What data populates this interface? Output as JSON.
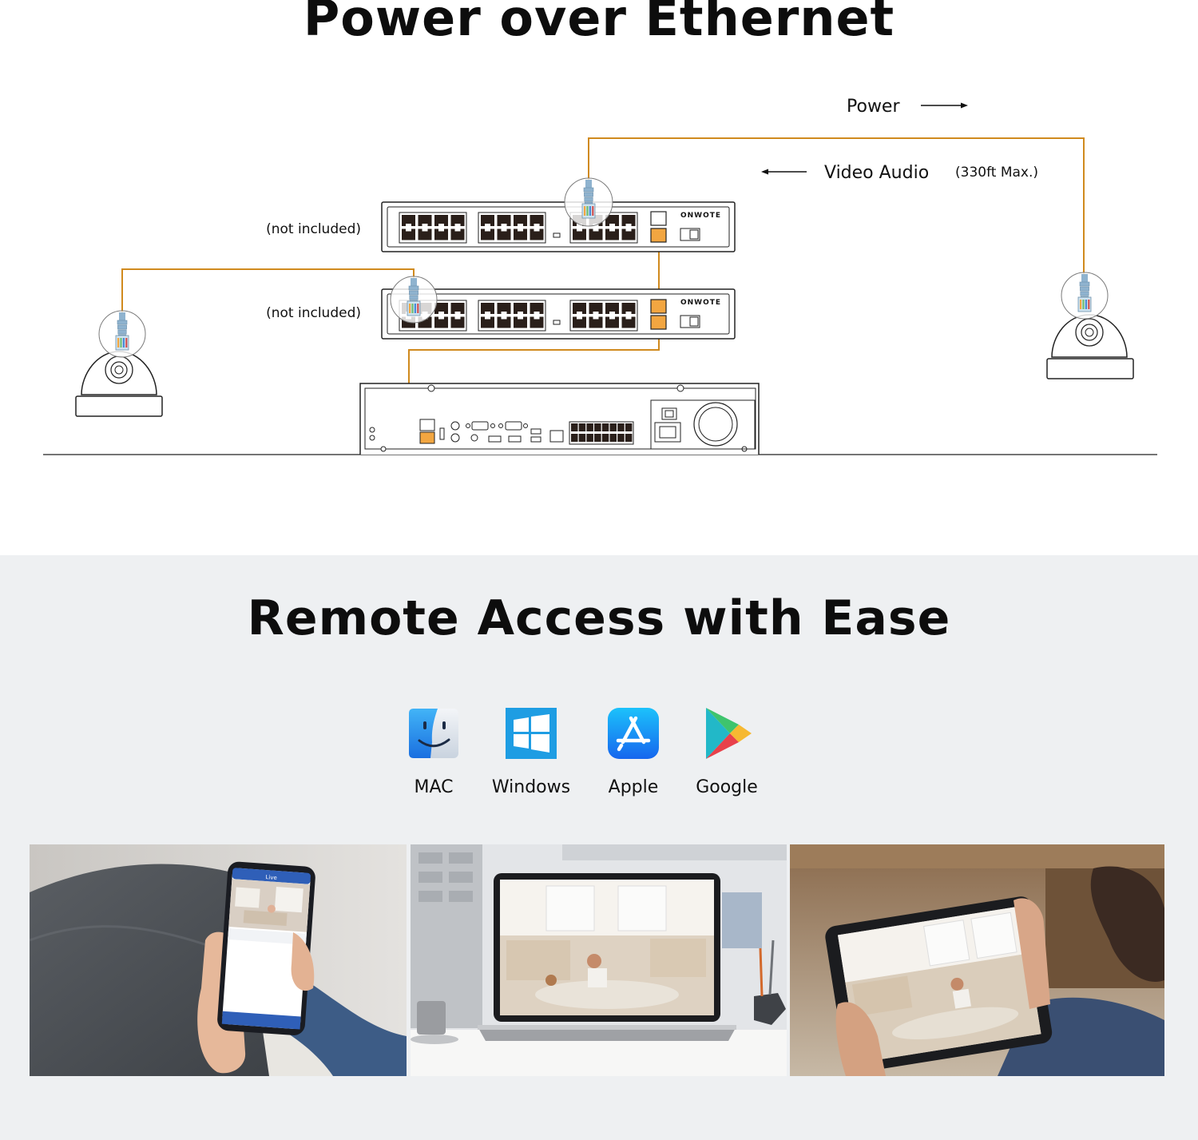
{
  "poe_section": {
    "title": "Power over Ethernet",
    "power_label": "Power",
    "video_audio_label": "Video Audio",
    "max_distance": "(330ft Max.)",
    "switch_upper_note": "(not included)",
    "switch_lower_note": "(not included)",
    "switch_brand": "ONWOTE",
    "cable_color": "#d08a1e",
    "port_highlight_color": "#f2a641",
    "connector_color": "#8fb3cf"
  },
  "remote_section": {
    "title": "Remote Access with Ease",
    "platforms": [
      {
        "label": "MAC",
        "icon": "finder-icon"
      },
      {
        "label": "Windows",
        "icon": "windows-icon"
      },
      {
        "label": "Apple",
        "icon": "app-store-icon"
      },
      {
        "label": "Google",
        "icon": "google-play-icon"
      }
    ],
    "photos": [
      {
        "device": "smartphone",
        "app_header": "Live"
      },
      {
        "device": "laptop"
      },
      {
        "device": "tablet"
      }
    ]
  }
}
